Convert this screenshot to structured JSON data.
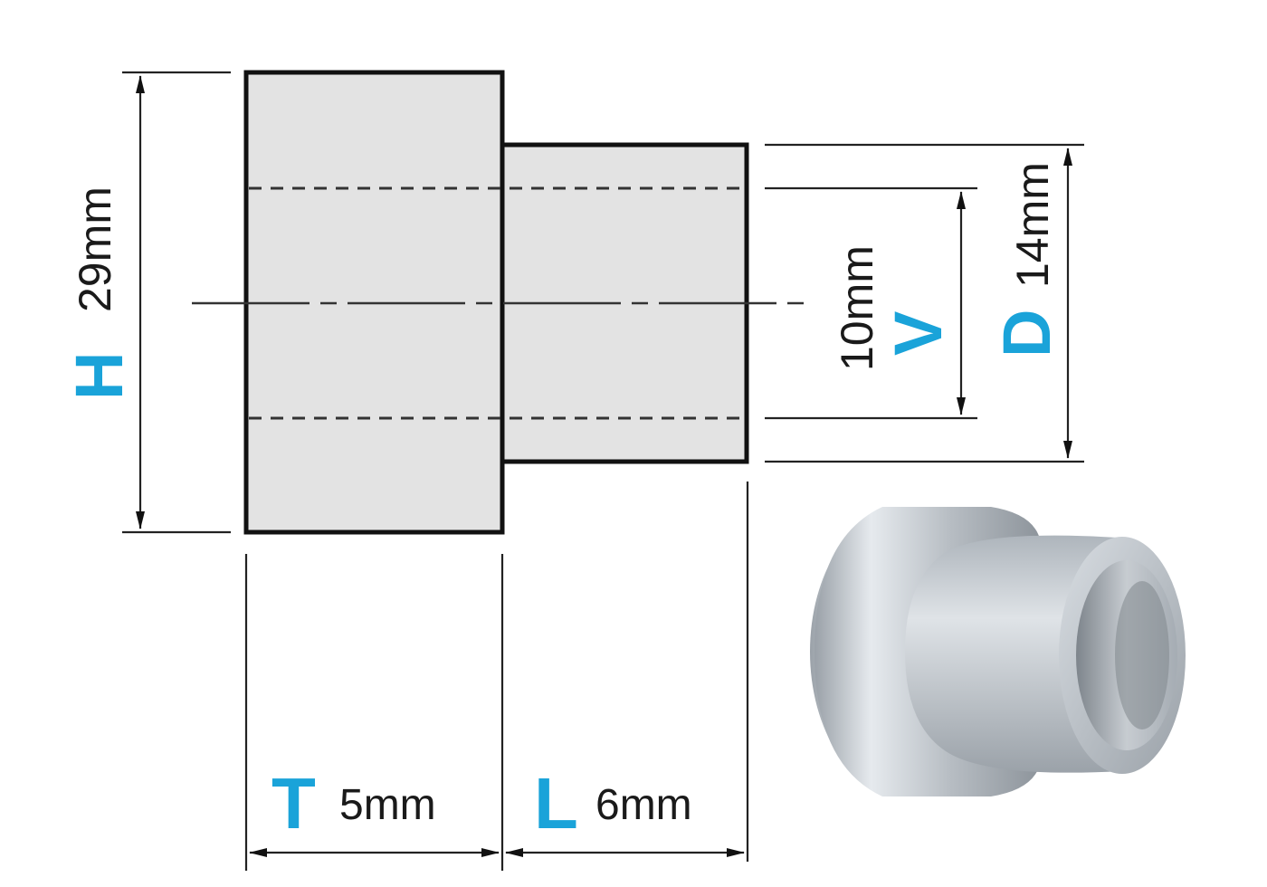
{
  "dimensions": {
    "height": {
      "letter": "H",
      "value": "29mm"
    },
    "thickness": {
      "letter": "T",
      "value": "5mm"
    },
    "length": {
      "letter": "L",
      "value": "6mm"
    },
    "inner_diameter": {
      "letter": "V",
      "value": "10mm"
    },
    "outer_diameter": {
      "letter": "D",
      "value": "14mm"
    }
  },
  "colors": {
    "accent": "#1aa3d9",
    "part_fill": "#e3e3e3",
    "metal_light": "#d6dbe1",
    "metal_dark": "#8a9199"
  }
}
